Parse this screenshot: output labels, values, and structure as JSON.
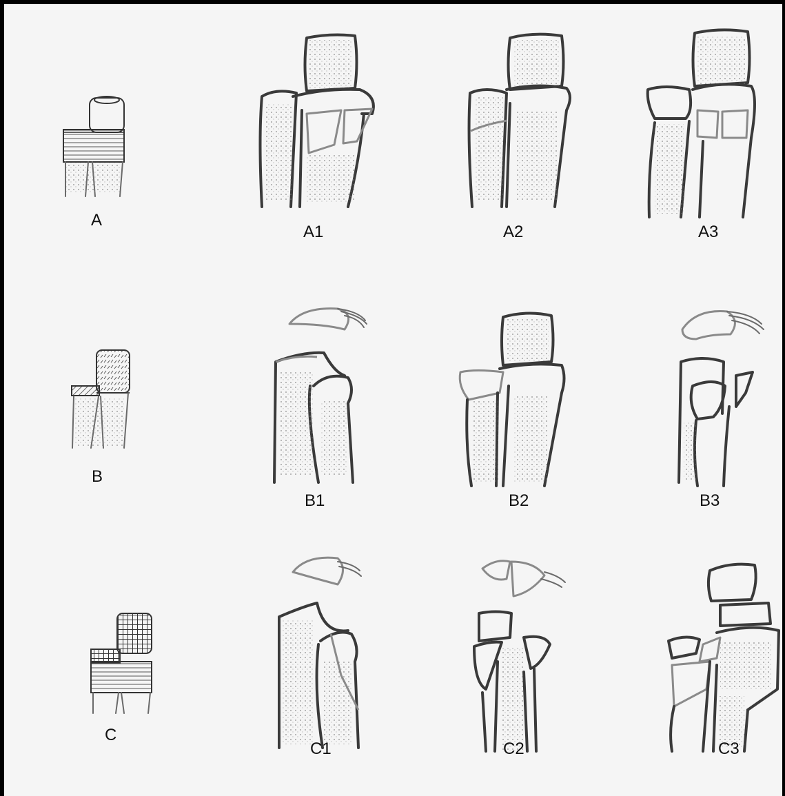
{
  "labels": {
    "A": "A",
    "A1": "A1",
    "A2": "A2",
    "A3": "A3",
    "B": "B",
    "B1": "B1",
    "B2": "B2",
    "B3": "B3",
    "C": "C",
    "C1": "C1",
    "C2": "C2",
    "C3": "C3"
  }
}
